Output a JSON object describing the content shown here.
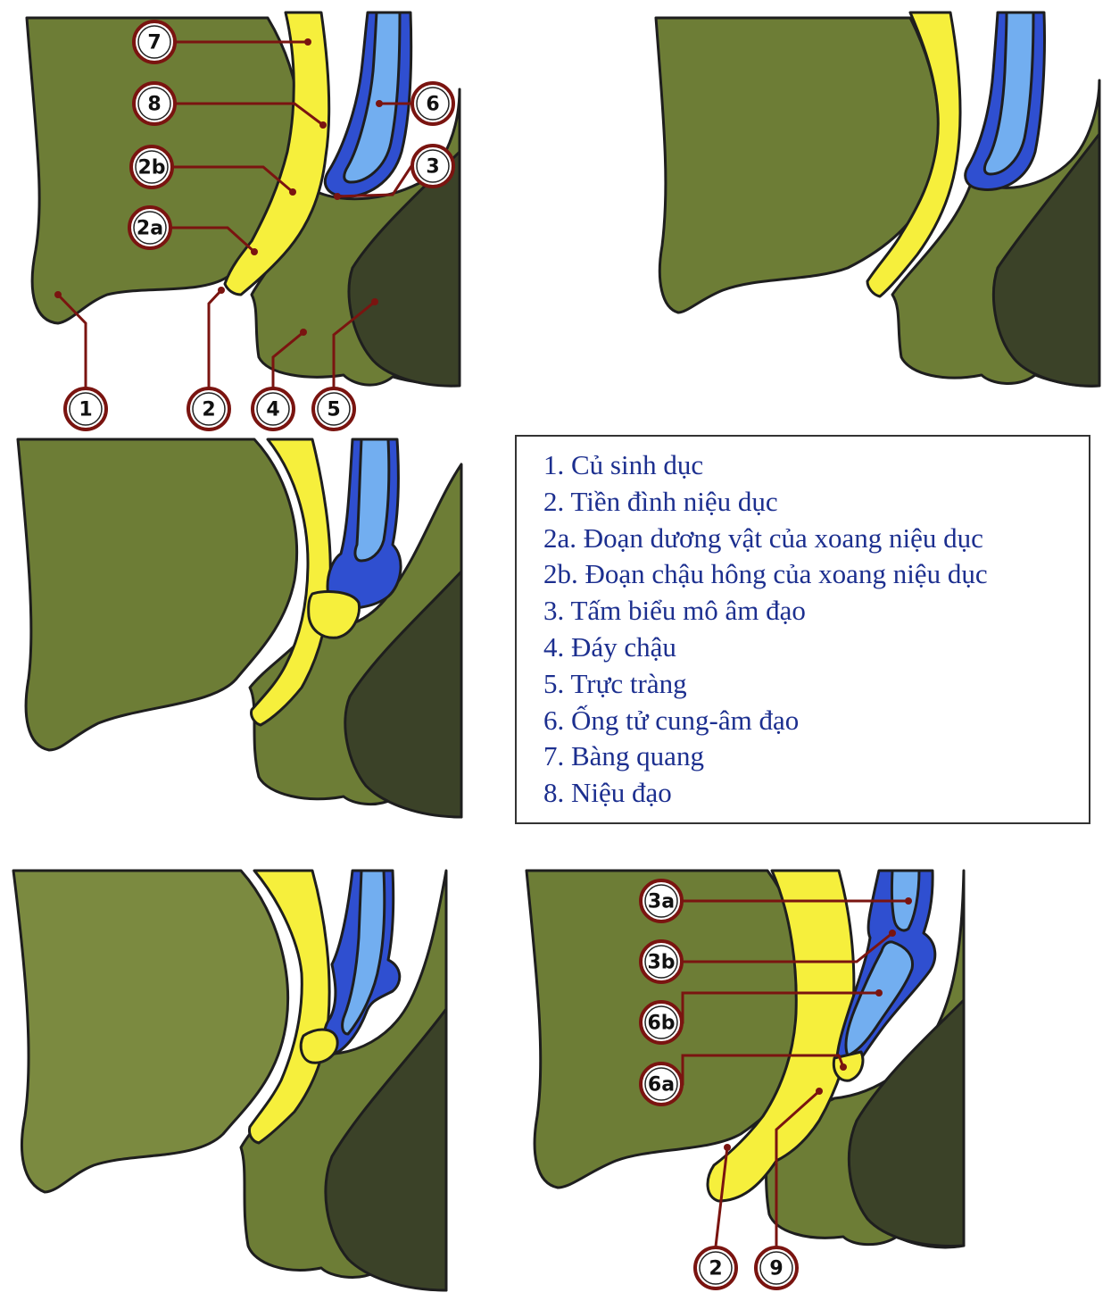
{
  "colors": {
    "tissue": "#6d7d36",
    "tissue_light": "#7b8a40",
    "rectum": "#3b4228",
    "sinus": "#f6ef3c",
    "canal": "#2f4fd0",
    "canal_lumen": "#72aef0",
    "outline": "#1e1e1e",
    "leader": "#7a1410",
    "legend_text": "#1c2f8f"
  },
  "callouts": {
    "p1": [
      {
        "id": "7",
        "label": "7"
      },
      {
        "id": "8",
        "label": "8"
      },
      {
        "id": "2b",
        "label": "2b"
      },
      {
        "id": "2a",
        "label": "2a"
      },
      {
        "id": "6",
        "label": "6"
      },
      {
        "id": "3",
        "label": "3"
      },
      {
        "id": "1",
        "label": "1"
      },
      {
        "id": "2",
        "label": "2"
      },
      {
        "id": "4",
        "label": "4"
      },
      {
        "id": "5",
        "label": "5"
      }
    ],
    "p5": [
      {
        "id": "3a",
        "label": "3a"
      },
      {
        "id": "3b",
        "label": "3b"
      },
      {
        "id": "6b",
        "label": "6b"
      },
      {
        "id": "6a",
        "label": "6a"
      },
      {
        "id": "2",
        "label": "2"
      },
      {
        "id": "9",
        "label": "9"
      }
    ]
  },
  "legend": [
    "1. Củ sinh dục",
    "2. Tiền đình niệu dục",
    "2a. Đoạn dương vật của xoang niệu dục",
    "2b. Đoạn chậu hông của xoang niệu dục",
    "3. Tấm biểu mô âm đạo",
    "4. Đáy chậu",
    "5. Trực tràng",
    "6. Ống tử cung-âm đạo",
    "7. Bàng quang",
    "8. Niệu đạo"
  ]
}
